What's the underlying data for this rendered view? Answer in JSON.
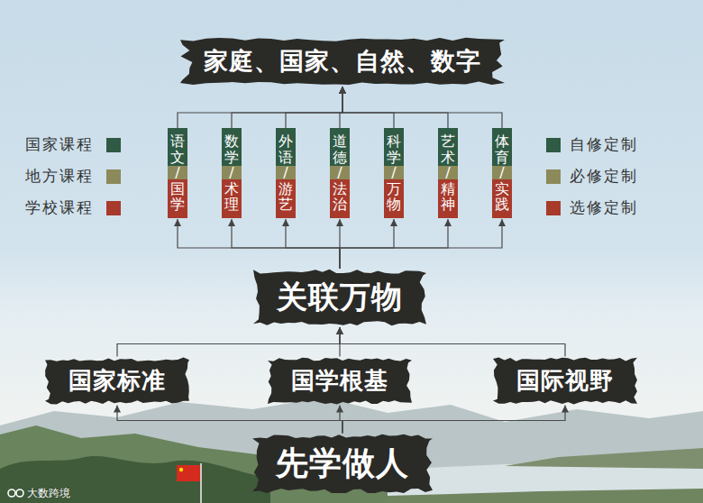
{
  "diagram": {
    "nodes": [
      {
        "text": [
          "家庭、国家、自然、数字"
        ]
      },
      {
        "text": [
          "语文/国学"
        ]
      },
      {
        "text": [
          "数学/术理"
        ]
      },
      {
        "text": [
          "外语/游艺"
        ]
      },
      {
        "text": [
          "道德/法治"
        ]
      },
      {
        "text": [
          "科学/万物"
        ]
      },
      {
        "text": [
          "艺术/精神"
        ]
      },
      {
        "text": [
          "体育/实践"
        ]
      },
      {
        "text": [
          "关联万物"
        ]
      },
      {
        "text": [
          "国家标准"
        ]
      },
      {
        "text": [
          "国学根基"
        ]
      },
      {
        "text": [
          "国际视野"
        ]
      },
      {
        "text": [
          "先学做人"
        ]
      }
    ],
    "edges": [
      {
        "from": 1,
        "to": 0,
        "arrow": "to"
      },
      {
        "from": 2,
        "to": 0,
        "arrow": "to"
      },
      {
        "from": 3,
        "to": 0,
        "arrow": "to"
      },
      {
        "from": 4,
        "to": 0,
        "arrow": "to"
      },
      {
        "from": 5,
        "to": 0,
        "arrow": "to"
      },
      {
        "from": 6,
        "to": 0,
        "arrow": "to"
      },
      {
        "from": 7,
        "to": 0,
        "arrow": "to"
      },
      {
        "from": 8,
        "to": 1,
        "arrow": "to"
      },
      {
        "from": 8,
        "to": 2,
        "arrow": "to"
      },
      {
        "from": 8,
        "to": 3,
        "arrow": "to"
      },
      {
        "from": 8,
        "to": 4,
        "arrow": "to"
      },
      {
        "from": 8,
        "to": 5,
        "arrow": "to"
      },
      {
        "from": 8,
        "to": 6,
        "arrow": "to"
      },
      {
        "from": 8,
        "to": 7,
        "arrow": "to"
      },
      {
        "from": 9,
        "to": 8,
        "arrow": "to"
      },
      {
        "from": 10,
        "to": 8,
        "arrow": "to"
      },
      {
        "from": 11,
        "to": 8,
        "arrow": "to"
      },
      {
        "from": 12,
        "to": 9,
        "arrow": "to"
      },
      {
        "from": 12,
        "to": 10,
        "arrow": "to"
      },
      {
        "from": 12,
        "to": 11,
        "arrow": "to"
      }
    ],
    "labels": [
      "大数跨境"
    ],
    "legend": [
      {
        "text": "国家课程",
        "color": "#2f5a44"
      },
      {
        "text": "地方课程",
        "color": "#8c8a5a"
      },
      {
        "text": "学校课程",
        "color": "#a83a2c"
      },
      {
        "text": "自修定制",
        "color": "#2f5a44"
      },
      {
        "text": "必修定制",
        "color": "#8c8a5a"
      },
      {
        "text": "选修定制",
        "color": "#a83a2c"
      }
    ]
  }
}
